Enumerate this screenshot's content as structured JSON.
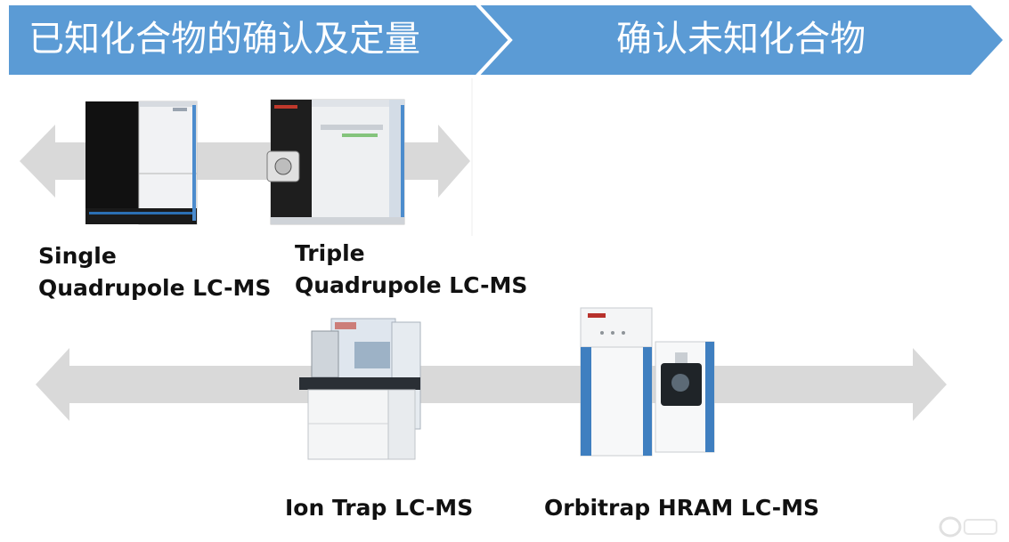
{
  "banner": {
    "left_label": "已知化合物的确认及定量",
    "right_label": "确认未知化合物",
    "color": "#5b9bd5"
  },
  "arrow_color": "#d9d9d9",
  "instruments": [
    {
      "line1": "Single",
      "line2": "Quadrupole LC-MS"
    },
    {
      "line1": "Triple",
      "line2": "Quadrupole LC-MS"
    },
    {
      "line1": "Ion Trap LC-MS"
    },
    {
      "line1": "Orbitrap HRAM LC-MS"
    }
  ],
  "watermark_icon": "watermark-logo-icon"
}
